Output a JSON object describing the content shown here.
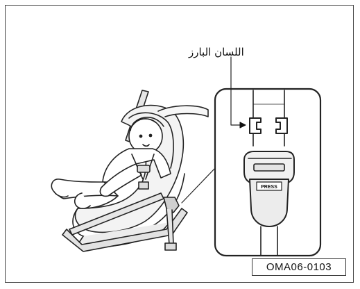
{
  "figure": {
    "callout_label": "اللسان البارز",
    "button_text": "PRESS",
    "figure_code": "OMA06-0103"
  }
}
